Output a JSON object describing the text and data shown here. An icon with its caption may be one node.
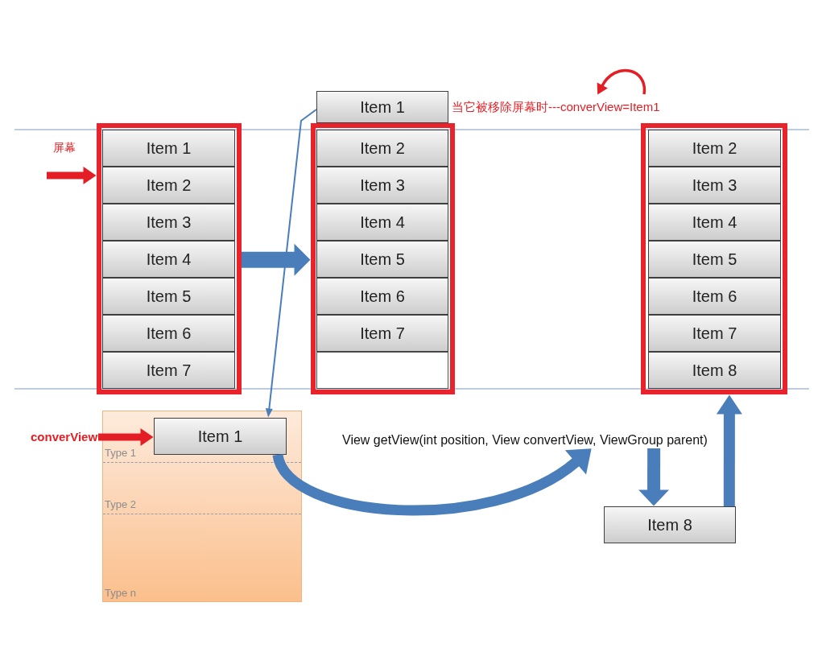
{
  "diagram": {
    "nodes": [
      {
        "text": [],
        "shape": "box"
      },
      {
        "text": [
          "Item 1"
        ],
        "in": 0
      },
      {
        "text": [
          "Item 2"
        ],
        "in": 0
      },
      {
        "text": [
          "Item 3"
        ],
        "in": 0
      },
      {
        "text": [
          "Item 4"
        ],
        "in": 0
      },
      {
        "text": [
          "Item 5"
        ],
        "in": 0
      },
      {
        "text": [
          "Item 6"
        ],
        "in": 0
      },
      {
        "text": [
          "Item 7"
        ],
        "in": 0
      },
      {
        "text": [
          "Item 1"
        ],
        "beside": [
          "当它被移除屏幕时---converView=Item1"
        ]
      },
      {
        "text": [],
        "shape": "box"
      },
      {
        "text": [
          "Item 2"
        ],
        "in": 9
      },
      {
        "text": [
          "Item 3"
        ],
        "in": 9
      },
      {
        "text": [
          "Item 4"
        ],
        "in": 9
      },
      {
        "text": [
          "Item 5"
        ],
        "in": 9
      },
      {
        "text": [
          "Item 6"
        ],
        "in": 9
      },
      {
        "text": [
          "Item 7"
        ],
        "in": 9
      },
      {
        "text": [],
        "shape": "box",
        "in": 9
      },
      {
        "text": [],
        "shape": "box"
      },
      {
        "text": [
          "Item 2"
        ],
        "in": 17
      },
      {
        "text": [
          "Item 3"
        ],
        "in": 17
      },
      {
        "text": [
          "Item 4"
        ],
        "in": 17
      },
      {
        "text": [
          "Item 5"
        ],
        "in": 17
      },
      {
        "text": [
          "Item 6"
        ],
        "in": 17
      },
      {
        "text": [
          "Item 7"
        ],
        "in": 17
      },
      {
        "text": [
          "Item 8"
        ],
        "in": 17
      },
      {
        "text": [
          "converView"
        ]
      },
      {
        "text": [
          "Type 1",
          "Type 2",
          "Type n"
        ]
      },
      {
        "text": [
          "Item 1"
        ],
        "in": 26
      },
      {
        "text": [
          "View getView(int position, View convertView, ViewGroup parent)"
        ]
      },
      {
        "text": [
          "Item 8"
        ]
      }
    ],
    "edges": [
      {
        "from": null,
        "to": 0,
        "arrow": "to",
        "color": "#e31e24"
      },
      {
        "from": 0,
        "to": 9,
        "arrow": "to"
      },
      {
        "from": 8,
        "to": 27,
        "arrow": "to"
      },
      {
        "from": 25,
        "to": 27,
        "arrow": "to",
        "color": "#e31e24"
      },
      {
        "from": 27,
        "to": 28,
        "arrow": "to"
      },
      {
        "from": 28,
        "to": 29,
        "arrow": "to"
      },
      {
        "from": 29,
        "to": 17,
        "arrow": "to"
      }
    ],
    "labels": [
      "屏幕"
    ]
  }
}
